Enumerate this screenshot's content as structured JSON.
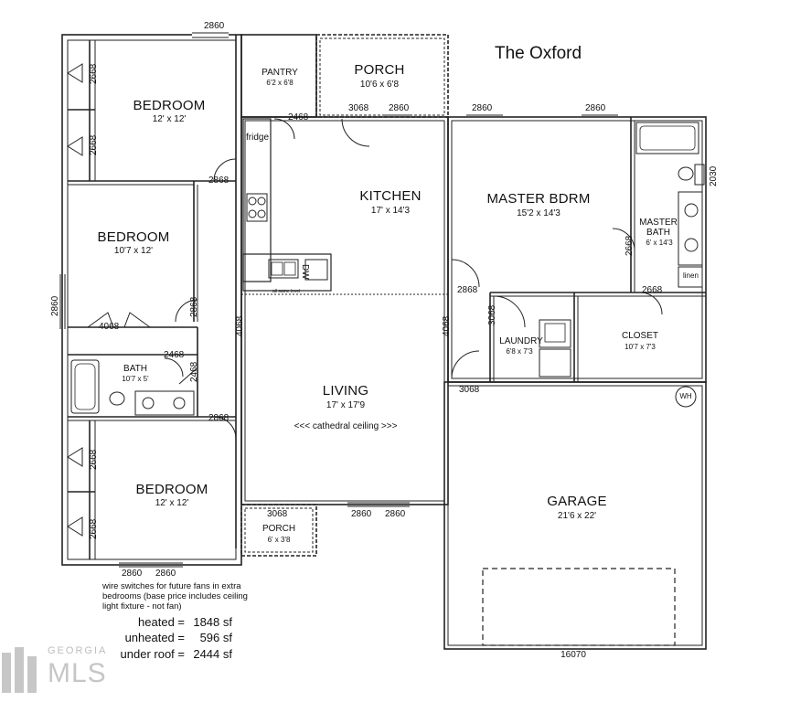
{
  "title": "The Oxford",
  "rooms": {
    "bedroom1": {
      "name": "BEDROOM",
      "size": "12' x 12'"
    },
    "bedroom2": {
      "name": "BEDROOM",
      "size": "10'7 x 12'"
    },
    "bedroom3": {
      "name": "BEDROOM",
      "size": "12' x 12'"
    },
    "bath": {
      "name": "BATH",
      "size": "10'7 x 5'"
    },
    "pantry": {
      "name": "PANTRY",
      "size": "6'2 x 6'8"
    },
    "porch_front": {
      "name": "PORCH",
      "size": "10'6 x 6'8"
    },
    "porch_back": {
      "name": "PORCH",
      "size": "6' x 3'8"
    },
    "kitchen": {
      "name": "KITCHEN",
      "size": "17' x 14'3"
    },
    "master": {
      "name": "MASTER BDRM",
      "size": "15'2 x 14'3"
    },
    "master_bath": {
      "name_line1": "MASTER",
      "name_line2": "BATH",
      "size": "6' x 14'3"
    },
    "laundry": {
      "name": "LAUNDRY",
      "size": "6'8 x 7'3"
    },
    "closet": {
      "name": "CLOSET",
      "size": "10'7 x 7'3"
    },
    "living": {
      "name": "LIVING",
      "size": "17' x 17'9",
      "note": "<<< cathedral ceiling >>>"
    },
    "garage": {
      "name": "GARAGE",
      "size": "21'6 x 22'",
      "door": "16070"
    }
  },
  "fixtures": {
    "fridge": "fridge",
    "dw": "DW",
    "linen": "linen",
    "wh": "WH",
    "all_same_level": "all same level"
  },
  "labels": {
    "w2860_top": "2860",
    "w2668_b1a": "2668",
    "w2668_b1b": "2668",
    "d2868_b1": "2868",
    "d2468_pantry": "2468",
    "d3068_porch": "3068",
    "w2860_porch": "2860",
    "w2860_master_a": "2860",
    "w2860_master_b": "2860",
    "w2030": "2030",
    "d2668_mbath": "2668",
    "w2860_left": "2860",
    "d2868_b2": "2868",
    "c4068_b2": "4068",
    "d4068_living_left": "4068",
    "d4068_living_right": "4068",
    "d2868_master": "2868",
    "d3068_laundry": "3068",
    "d2668_closet": "2668",
    "d2468_bath_a": "2468",
    "d2468_bath_b": "2468",
    "d3068_garage": "3068",
    "d2868_b3": "2868",
    "w2668_b3a": "2668",
    "w2668_b3b": "2668",
    "d3068_back": "3068",
    "w2860_back_a": "2860",
    "w2860_back_b": "2860",
    "w2860_b3a": "2860",
    "w2860_b3b": "2860"
  },
  "notes": {
    "fan_note": "wire switches for future fans in extra bedrooms (base price includes ceiling light fixture - not fan)"
  },
  "areas": {
    "heated_label": "heated =",
    "heated_value": "1848 sf",
    "unheated_label": "unheated =",
    "unheated_value": "596 sf",
    "roof_label": "under roof =",
    "roof_value": "2444 sf"
  },
  "watermark": {
    "line1": "GEORGIA",
    "line2": "MLS"
  }
}
